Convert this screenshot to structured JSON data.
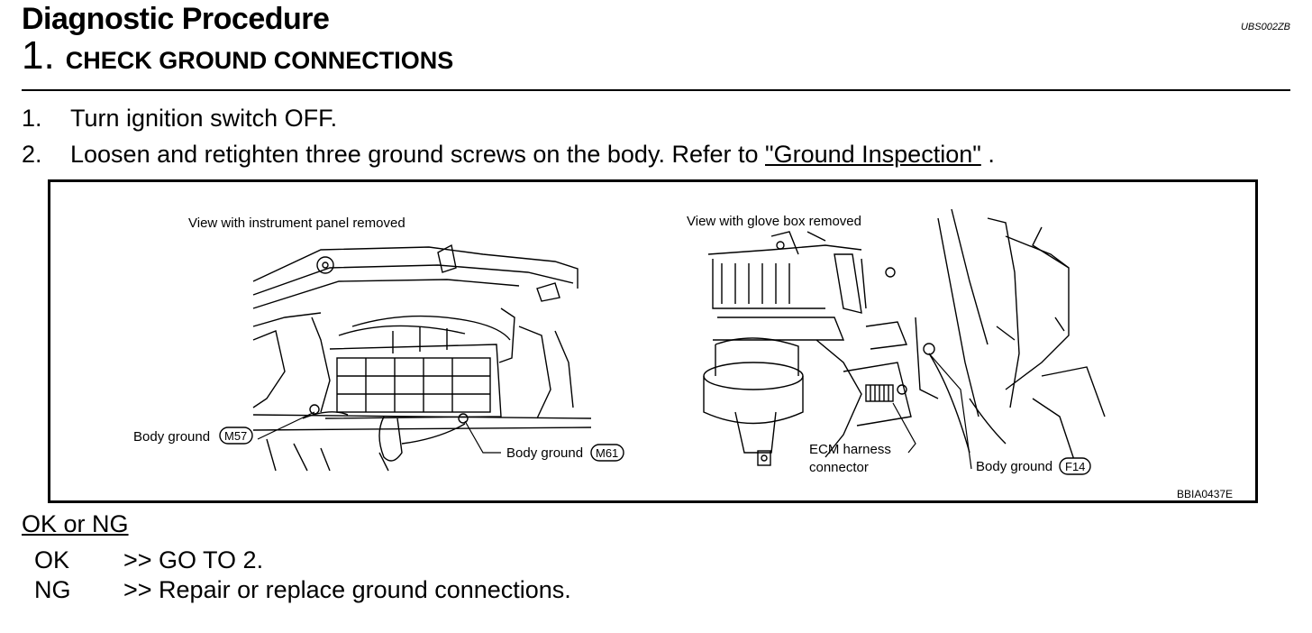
{
  "header": {
    "title": "Diagnostic Procedure",
    "doc_code": "UBS002ZB",
    "step_number": "1.",
    "step_title": "CHECK GROUND CONNECTIONS"
  },
  "instructions": [
    {
      "num": "1.",
      "text": "Turn ignition switch OFF."
    },
    {
      "num": "2.",
      "text_before": "Loosen and retighten three ground screws on the body. Refer to ",
      "link": "\"Ground Inspection\"",
      "text_after": " ."
    }
  ],
  "figure": {
    "left_caption": "View with instrument panel removed",
    "right_caption": "View with glove box removed",
    "callouts": {
      "m57_text": "Body ground",
      "m57_code": "M57",
      "m61_text": "Body ground",
      "m61_code": "M61",
      "ecm_line1": "ECM harness",
      "ecm_line2": "connector",
      "f14_text": "Body ground",
      "f14_code": "F14"
    },
    "figure_id": "BBIA0437E"
  },
  "result": {
    "heading": "OK or NG",
    "rows": [
      {
        "key": "OK",
        "action": ">> GO TO 2."
      },
      {
        "key": "NG",
        "action": ">> Repair or replace ground connections."
      }
    ]
  }
}
